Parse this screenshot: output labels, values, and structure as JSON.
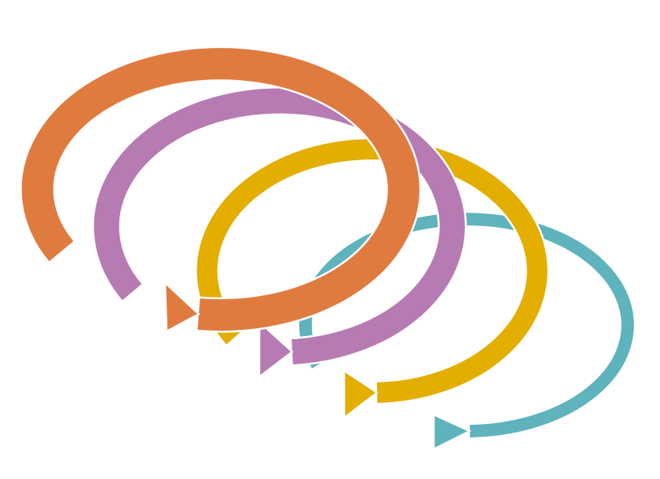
{
  "diagram": {
    "arrows": [
      {
        "name": "orange-circular-arrow",
        "color": "#E07B3F"
      },
      {
        "name": "purple-circular-arrow",
        "color": "#B77BB4"
      },
      {
        "name": "yellow-circular-arrow",
        "color": "#E3AE00"
      },
      {
        "name": "teal-circular-arrow",
        "color": "#5FB3BD"
      }
    ],
    "outline_color": "#FFFFFF"
  }
}
